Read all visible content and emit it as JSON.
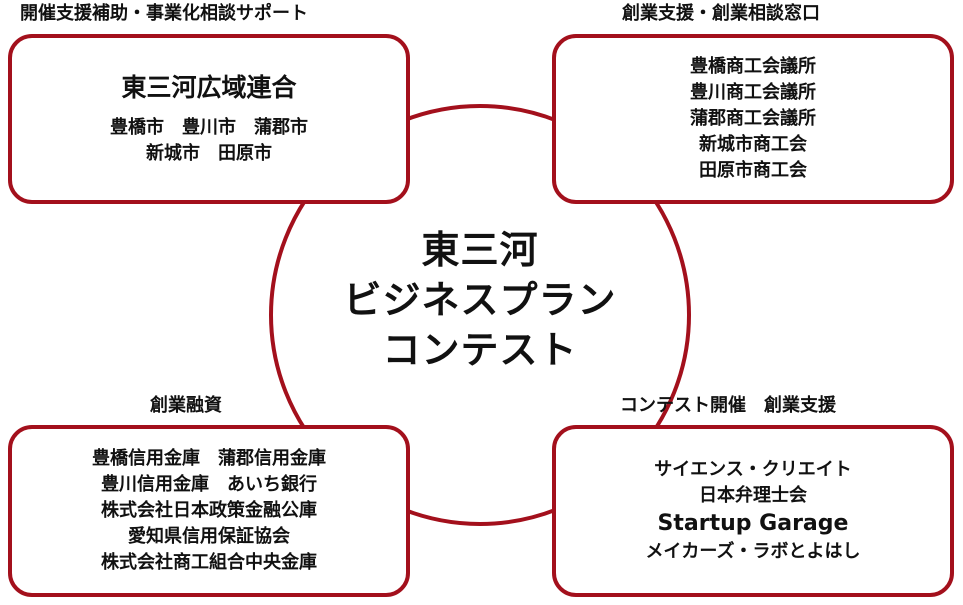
{
  "center": {
    "lines": [
      "東三河",
      "ビジネスプラン",
      "コンテスト"
    ]
  },
  "top_left": {
    "caption": "開催支援補助・事業化相談サポート",
    "title": "東三河広域連合",
    "lines": [
      "豊橋市　豊川市　蒲郡市",
      "新城市　田原市"
    ]
  },
  "top_right": {
    "caption": "創業支援・創業相談窓口",
    "lines": [
      "豊橋商工会議所",
      "豊川商工会議所",
      "蒲郡商工会議所",
      "新城市商工会",
      "田原市商工会"
    ]
  },
  "bottom_left": {
    "caption": "創業融資",
    "lines": [
      "豊橋信用金庫　蒲郡信用金庫",
      "豊川信用金庫　あいち銀行",
      "株式会社日本政策金融公庫",
      "愛知県信用保証協会",
      "株式会社商工組合中央金庫"
    ]
  },
  "bottom_right": {
    "caption": "コンテスト開催　創業支援",
    "lines": [
      "サイエンス・クリエイト",
      "日本弁理士会",
      "Startup Garage",
      "メイカーズ・ラボとよはし"
    ]
  },
  "colors": {
    "accent": "#a3101c"
  }
}
